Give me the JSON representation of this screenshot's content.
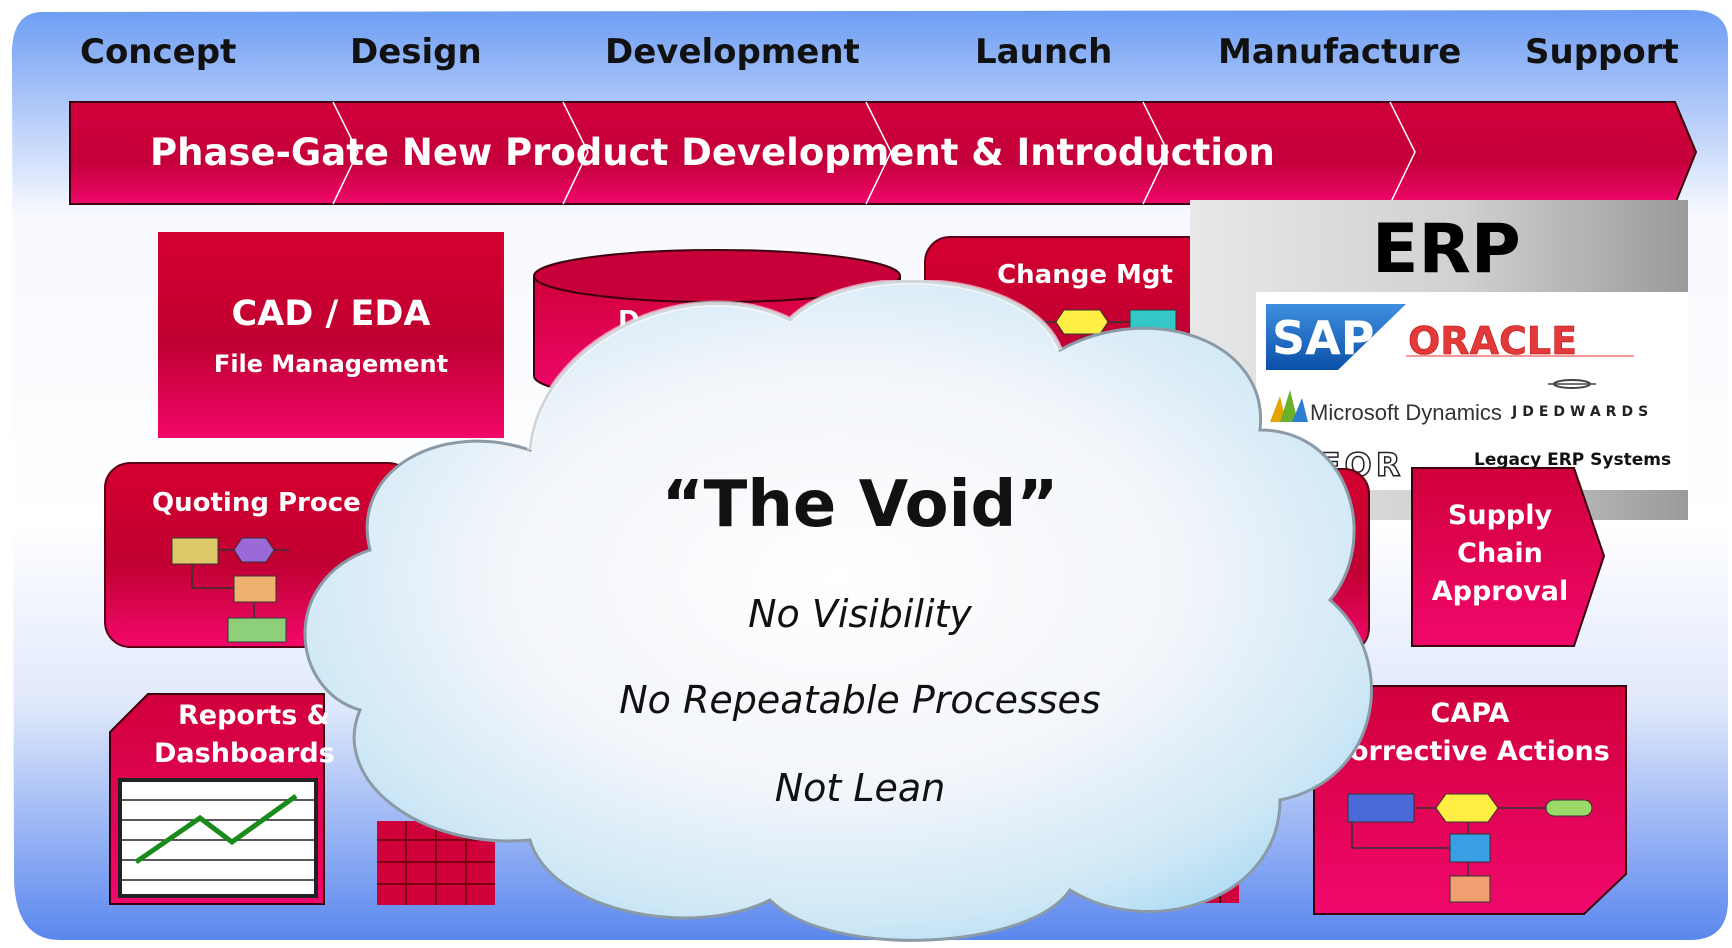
{
  "phases": [
    "Concept",
    "Design",
    "Development",
    "Launch",
    "Manufacture",
    "Support"
  ],
  "banner": {
    "text": "Phase-Gate New Product Development & Introduction"
  },
  "boxes": {
    "cad": {
      "title": "CAD / EDA",
      "subtitle": "File Management"
    },
    "doc": {
      "partial_label": "Do"
    },
    "change": {
      "title": "Change Mgt"
    },
    "quoting": {
      "partial_label": "Quoting Proce"
    },
    "reports": {
      "line1": "Reports &",
      "line2": "Dashboards"
    },
    "supply": {
      "line1": "Supply",
      "line2": "Chain",
      "line3": "Approval"
    },
    "capa": {
      "line1": "CAPA",
      "line2": "Corrective Actions"
    }
  },
  "erp": {
    "title": "ERP",
    "logos": [
      "SAP",
      "ORACLE",
      "Microsoft Dynamics",
      "JDEDWARDS",
      "INFOR"
    ],
    "legacy_label": "Legacy ERP Systems"
  },
  "cloud": {
    "title": "“The Void”",
    "lines": [
      "No Visibility",
      "No Repeatable Processes",
      "Not Lean"
    ]
  },
  "colors": {
    "background_blue": "#6f9cf2",
    "box_red": "#c8003a",
    "box_pink": "#f2086a",
    "erp_gray": "#b0b0b0"
  }
}
